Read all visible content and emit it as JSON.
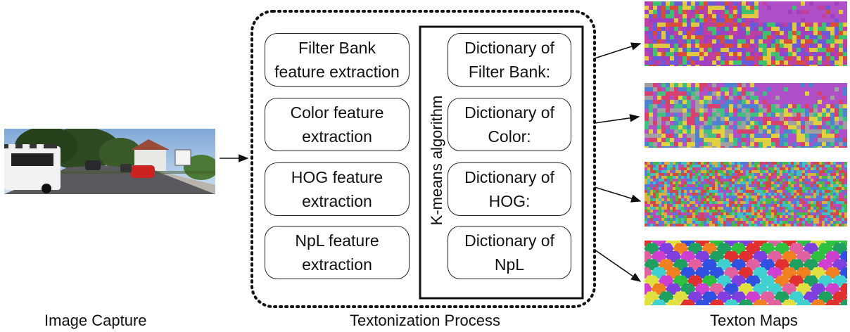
{
  "captions": {
    "left": "Image Capture",
    "middle": "Textonization Process",
    "right": "Texton Maps"
  },
  "feature_boxes": [
    "Filter Bank\nfeature extraction",
    "Color feature\nextraction",
    "HOG feature\nextraction",
    "NpL feature\nextraction"
  ],
  "algorithm_label": "K-means algorithm",
  "dictionary_boxes": [
    "Dictionary of\nFilter Bank:",
    "Dictionary of\nColor:",
    "Dictionary of\nHOG:",
    "Dictionary of\nNpL"
  ],
  "texton_maps": [
    {
      "name": "filter-bank-texton-map",
      "palette": [
        "#a040c0",
        "#3fbf6f",
        "#d84d3a",
        "#e0c840",
        "#6a5ad8",
        "#c040a0"
      ]
    },
    {
      "name": "color-texton-map",
      "palette": [
        "#b050c8",
        "#e0d040",
        "#40c080",
        "#d84070",
        "#5080d0",
        "#a0a0a0"
      ]
    },
    {
      "name": "hog-texton-map",
      "palette": [
        "#c048b0",
        "#48b848",
        "#d8b040",
        "#5878d8",
        "#d04848",
        "#40c0c0"
      ]
    },
    {
      "name": "npl-texton-map",
      "palette": [
        "#e03030",
        "#30c040",
        "#d040d0",
        "#3050e0",
        "#e0e040",
        "#40d0d0",
        "#f08020",
        "#8040e0",
        "#20a060",
        "#e060a0"
      ]
    }
  ]
}
